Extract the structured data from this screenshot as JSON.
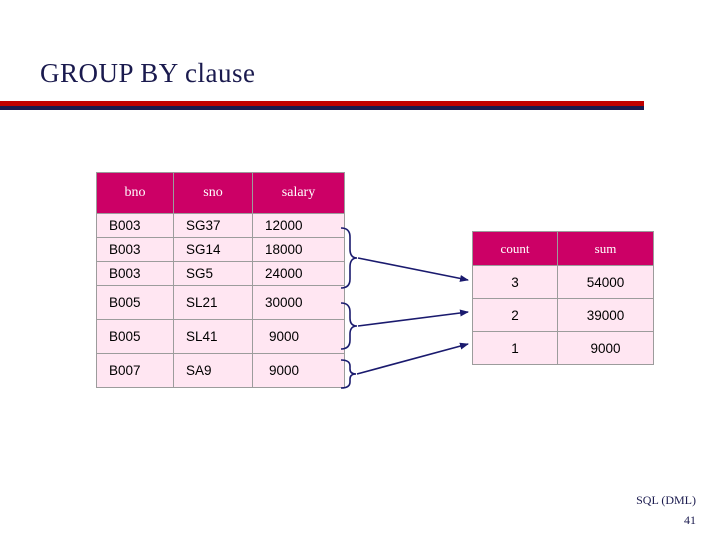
{
  "slide": {
    "title": "GROUP BY clause",
    "accent_color": "#c00000",
    "rule_shadow_color": "#1a1a4e",
    "header_fill": "#cc0066",
    "cell_fill": "#ffe6f2",
    "title_color": "#1a1a4e"
  },
  "left_table": {
    "name": "staff-salary-table",
    "columns": [
      "bno",
      "sno",
      "salary"
    ],
    "rows": [
      {
        "bno": "B003",
        "sno": "SG37",
        "salary": "12000"
      },
      {
        "bno": "B003",
        "sno": "SG14",
        "salary": "18000"
      },
      {
        "bno": "B003",
        "sno": "SG5",
        "salary": "24000"
      },
      {
        "bno": "B005",
        "sno": "SL21",
        "salary": "30000"
      },
      {
        "bno": "B005",
        "sno": "SL41",
        "salary": "9000"
      },
      {
        "bno": "B007",
        "sno": "SA9",
        "salary": "9000"
      }
    ]
  },
  "right_table": {
    "name": "aggregate-result-table",
    "columns": [
      "count",
      "sum"
    ],
    "rows": [
      {
        "count": "3",
        "sum": "54000"
      },
      {
        "count": "2",
        "sum": "39000"
      },
      {
        "count": "1",
        "sum": "9000"
      }
    ]
  },
  "annotations": {
    "brace_group_1": "group-brace-b003",
    "brace_group_2": "group-brace-b005",
    "brace_group_3": "group-brace-b007",
    "arrow_1": "arrow-to-row-1",
    "arrow_2": "arrow-to-row-2",
    "arrow_3": "arrow-to-row-3",
    "stroke_color": "#1a1a6e"
  },
  "footer": {
    "label": "SQL (DML)",
    "page_number": "41"
  }
}
